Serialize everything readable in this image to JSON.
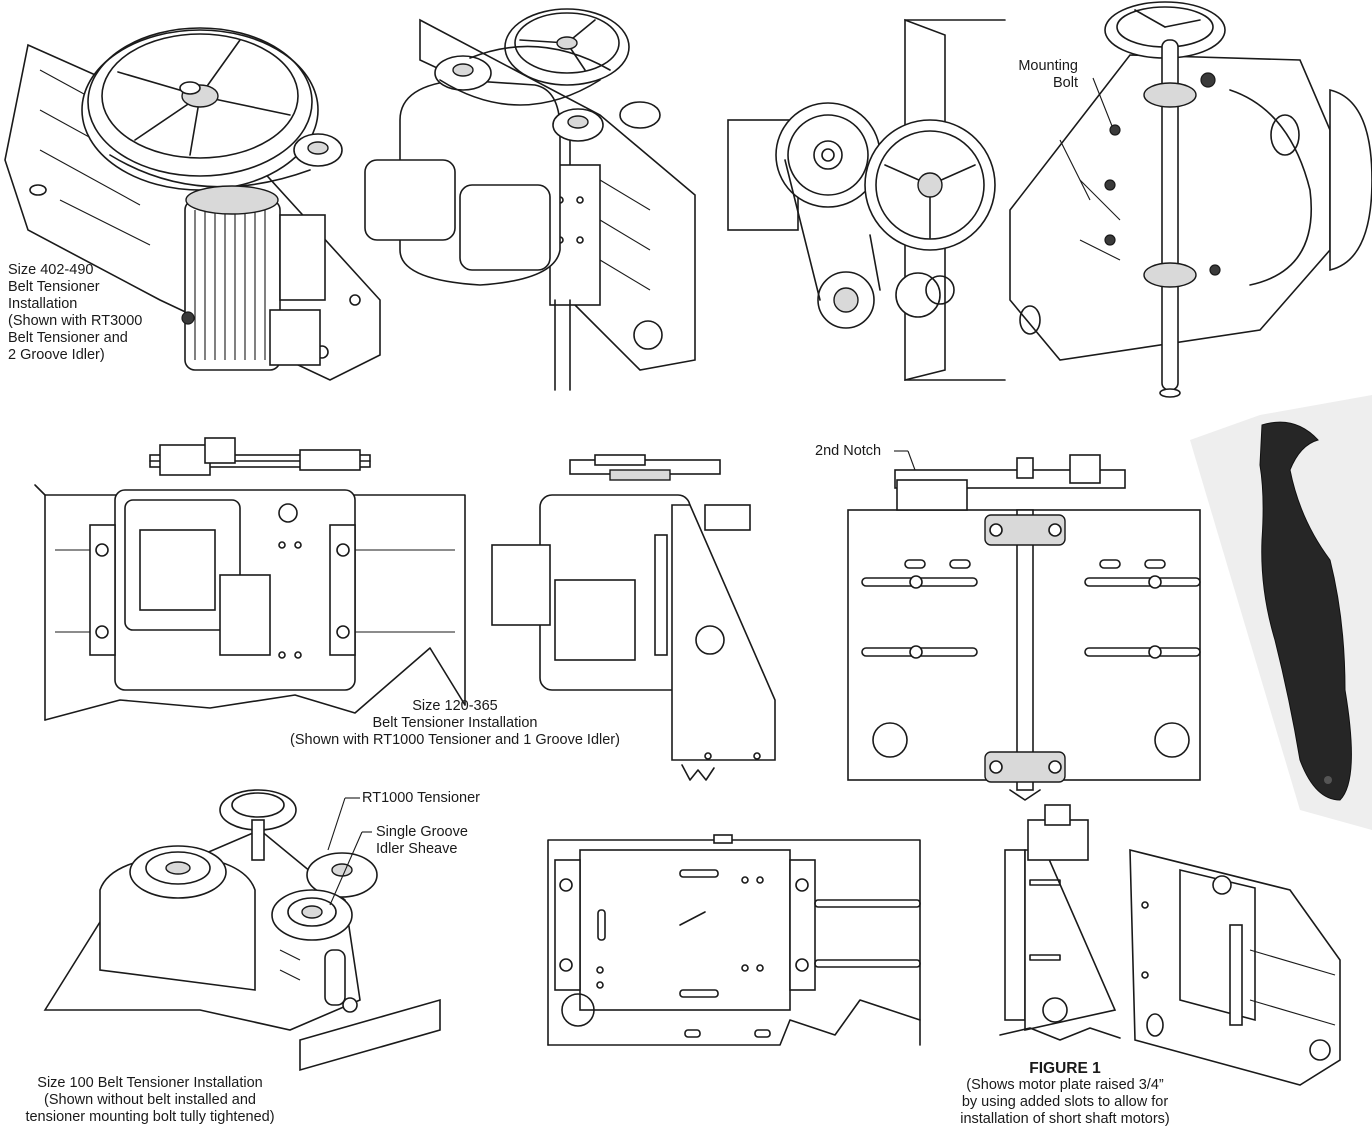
{
  "captions": {
    "size_402_490": [
      "Size 402-490",
      "Belt Tensioner",
      "Installation",
      "(Shown with RT3000",
      "Belt Tensioner and",
      "2 Groove Idler)"
    ],
    "mounting_bolt": [
      "Mounting",
      "Bolt"
    ],
    "second_notch": "2nd Notch",
    "size_120_365": [
      "Size 120-365",
      "Belt Tensioner Installation",
      "(Shown with RT1000 Tensioner and 1 Groove Idler)"
    ],
    "rt1000_tensioner": "RT1000 Tensioner",
    "single_groove": [
      "Single Groove",
      "Idler Sheave"
    ],
    "size_100": [
      "Size 100 Belt Tensioner Installation",
      "(Shown without belt installed and",
      "tensioner mounting bolt tully tightened)"
    ],
    "figure_title": "FIGURE 1",
    "figure_note": [
      "(Shows motor plate raised 3/4”",
      "by using added slots to allow for",
      "installation of short shaft motors)"
    ]
  }
}
